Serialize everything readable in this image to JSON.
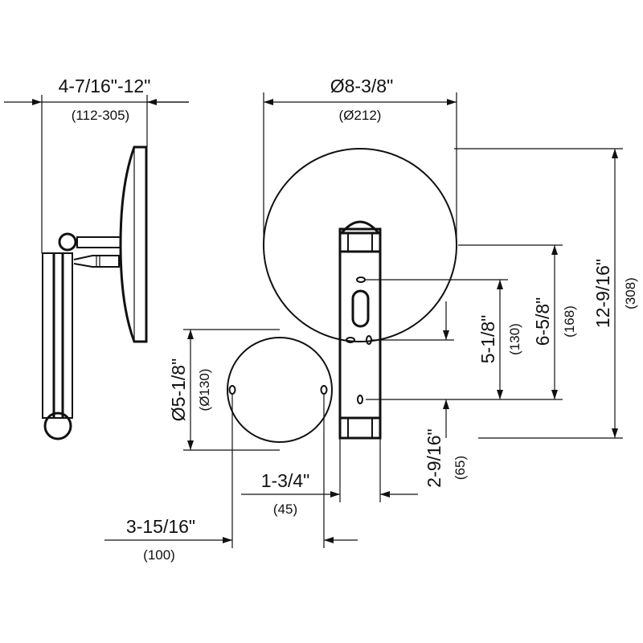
{
  "dimensions": {
    "projection": {
      "imperial": "4-7/16\"-12\"",
      "metric": "(112-305)"
    },
    "mirror_diameter": {
      "imperial": "Ø8-3/8\"",
      "metric": "(Ø212)"
    },
    "overall_height": {
      "imperial": "12-9/16\"",
      "metric": "(308)"
    },
    "mirror_center_to_bottom_hole": {
      "imperial": "6-5/8\"",
      "metric": "(168)"
    },
    "top_hole_to_bottom_hole": {
      "imperial": "5-1/8\"",
      "metric": "(130)"
    },
    "middle_hole_to_bottom_hole": {
      "imperial": "2-9/16\"",
      "metric": "(65)"
    },
    "plate_diameter": {
      "imperial": "Ø5-1/8\"",
      "metric": "(Ø130)"
    },
    "bar_width": {
      "imperial": "1-3/4\"",
      "metric": "(45)"
    },
    "plate_hole_spacing": {
      "imperial": "3-15/16\"",
      "metric": "(100)"
    }
  }
}
